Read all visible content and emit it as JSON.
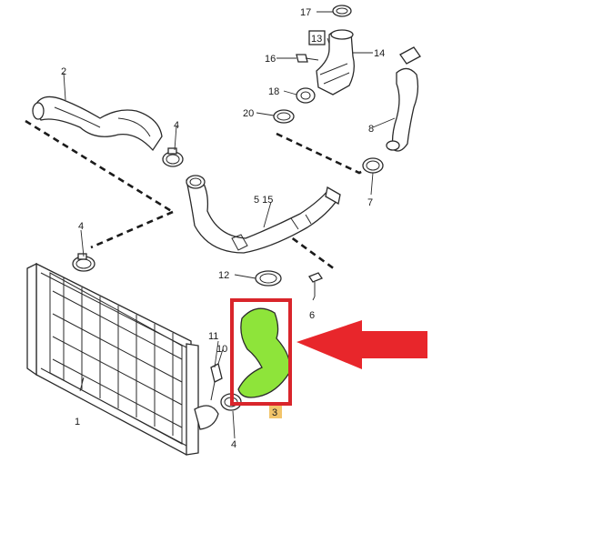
{
  "labels": {
    "p1": "1",
    "p2": "2",
    "p3": "3",
    "p4a": "4",
    "p4b": "4",
    "p4c": "4",
    "p5_15": "5 15",
    "p6": "6",
    "p7": "7",
    "p8": "8",
    "p10": "10",
    "p11": "11",
    "p12": "12",
    "p13": "13",
    "p14": "14",
    "p16": "16",
    "p17": "17",
    "p18": "18",
    "p20": "20"
  },
  "colors": {
    "highlight_part": "#8ee43a",
    "highlight_box": "#d9252b",
    "arrow": "#e8262b",
    "label3_tag": "#f2c46a"
  }
}
